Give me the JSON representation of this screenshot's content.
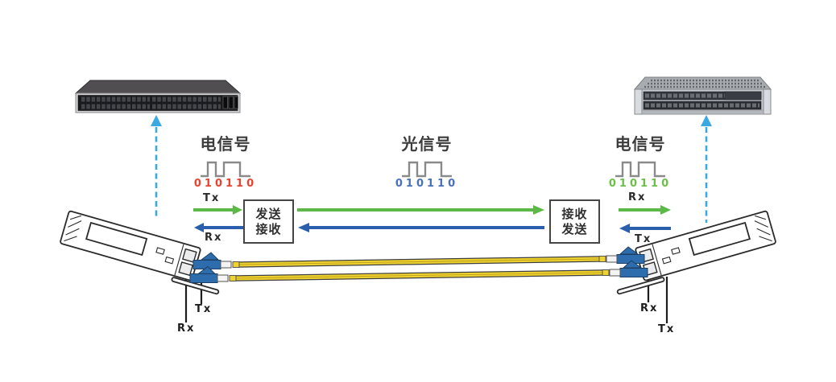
{
  "labels": {
    "electrical_signal_left": "电信号",
    "optical_signal": "光信号",
    "electrical_signal_right": "电信号",
    "bits_electrical_left": "010110",
    "bits_optical": "010110",
    "bits_electrical_right": "010110",
    "tx_left": "Tx",
    "rx_left": "Rx",
    "rx_right": "Rx",
    "tx_right": "Tx",
    "transceiver_left": {
      "line1": "发送",
      "line2": "接收"
    },
    "transceiver_right": {
      "line1": "接收",
      "line2": "发送"
    },
    "module_left_tx": "Tx",
    "module_left_rx": "Rx",
    "module_right_rx": "Rx",
    "module_right_tx": "Tx"
  },
  "colors": {
    "electrical_bits_left": "#e8432d",
    "optical_bits": "#4a71b8",
    "electrical_bits_right": "#6cbf47",
    "tx_arrow_green": "#5cb847",
    "rx_arrow_blue": "#2b5fad",
    "uplink_dashed_blue": "#3aa9e1",
    "fiber_yellow": "#eed22f",
    "connector_blue": "#2e6dad",
    "waveform_gray": "#8a8a8a",
    "text_dark": "#3a3a3a"
  }
}
